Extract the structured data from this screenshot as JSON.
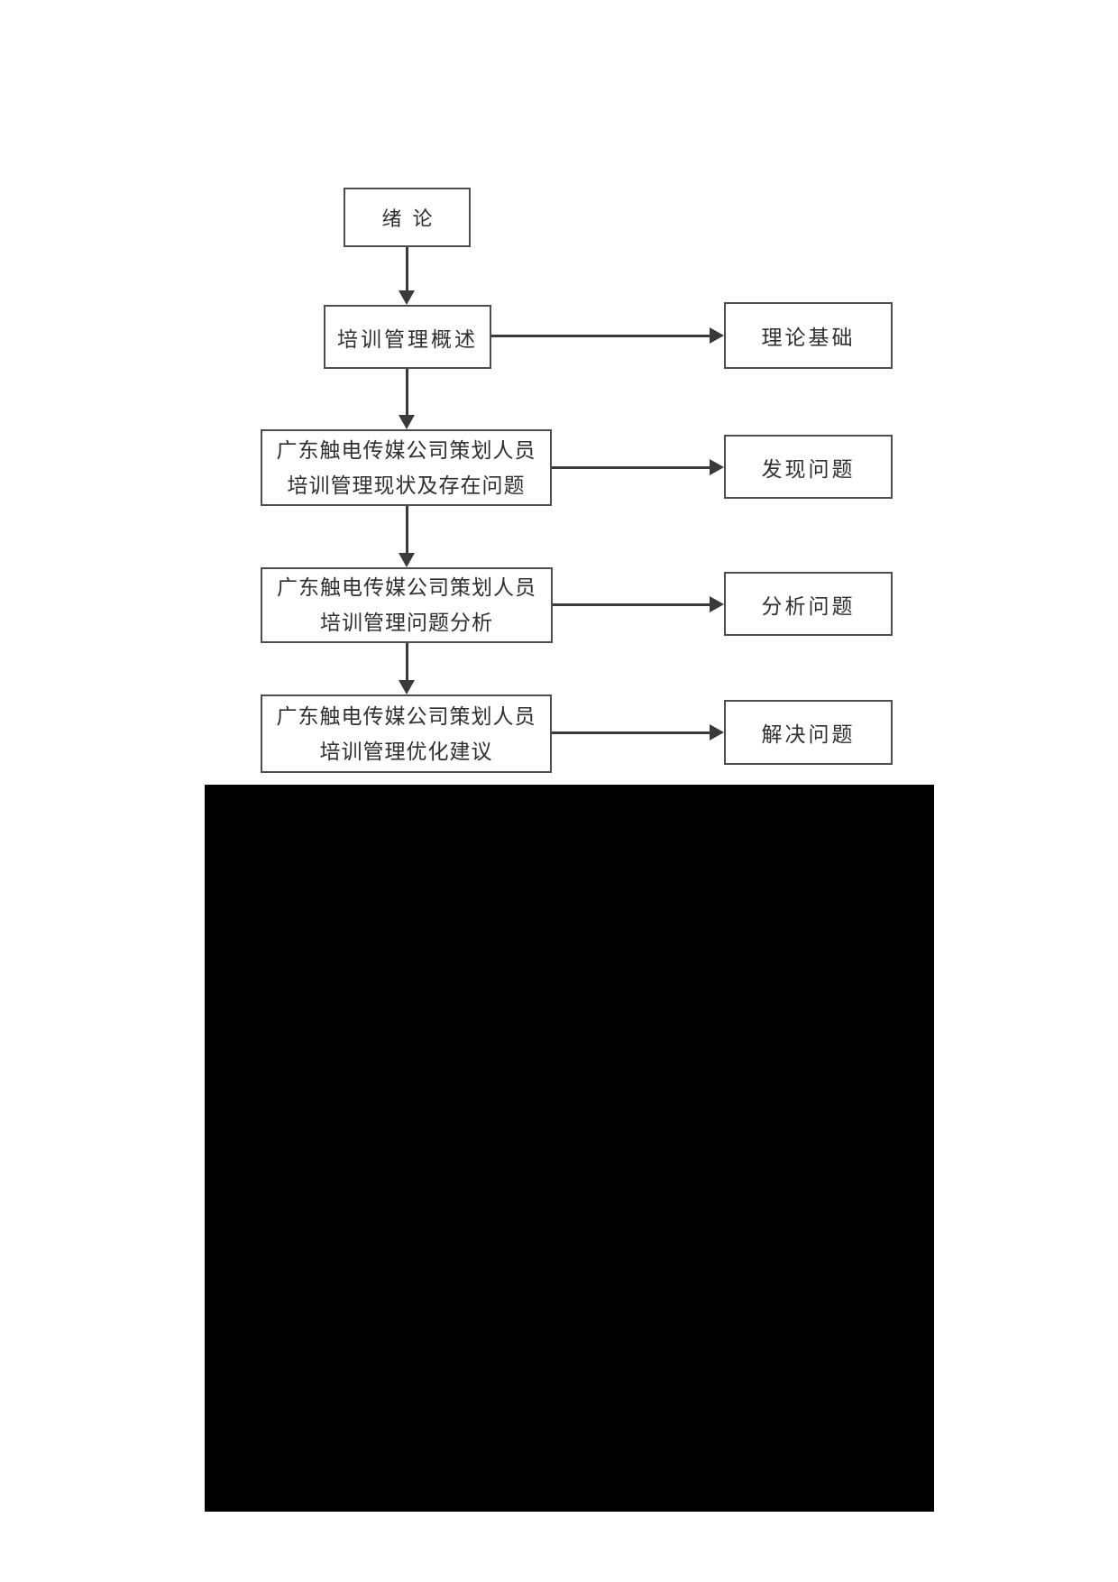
{
  "page": {
    "type": "thesis-flowchart-page",
    "background": "#ffffff"
  },
  "colors": {
    "box_border": "#4d4d4d",
    "text": "#2f2f2f",
    "arrow": "#3a3a3a",
    "redacted_block": "#000000"
  },
  "flowchart": {
    "nodes": [
      {
        "id": "intro",
        "label": "绪论"
      },
      {
        "id": "overview",
        "label": "培训管理概述"
      },
      {
        "id": "theory",
        "label": "理论基础"
      },
      {
        "id": "status",
        "line1": "广东触电传媒公司策划人员",
        "line2": "培训管理现状及存在问题"
      },
      {
        "id": "discover",
        "label": "发现问题"
      },
      {
        "id": "analysis",
        "line1": "广东触电传媒公司策划人员",
        "line2": "培训管理问题分析"
      },
      {
        "id": "analyze",
        "label": "分析问题"
      },
      {
        "id": "optimize",
        "line1": "广东触电传媒公司策划人员",
        "line2": "培训管理优化建议"
      },
      {
        "id": "solve",
        "label": "解决问题"
      }
    ]
  }
}
